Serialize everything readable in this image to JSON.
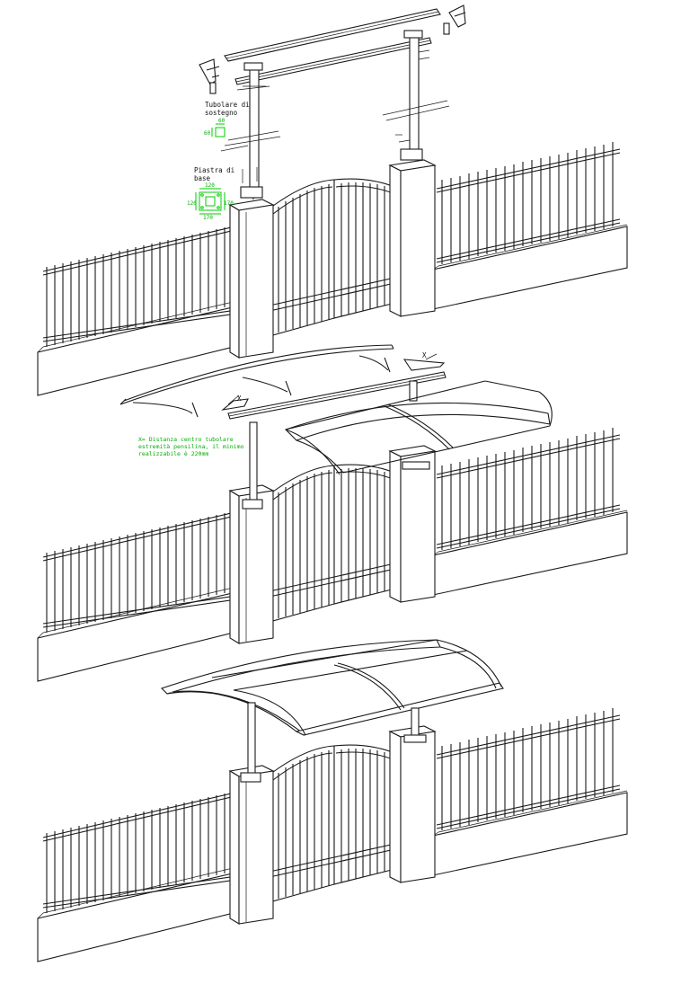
{
  "labels": {
    "tubolare": [
      "Tubolare di",
      "sostegno"
    ],
    "piastra": [
      "Piastra di",
      "base"
    ],
    "note": [
      "X= Distanza centro tubolare",
      "estremità pensilina, il minimo",
      "realizzabile è 220mm"
    ]
  },
  "dims": {
    "tube_w": "60",
    "tube_h": "60",
    "plate_top": "120",
    "plate_bottom": "170",
    "plate_left": "120",
    "plate_right": "170",
    "x_mark": "X"
  },
  "colors": {
    "line": "#1a1a1a",
    "annotation": "#00cc00"
  }
}
